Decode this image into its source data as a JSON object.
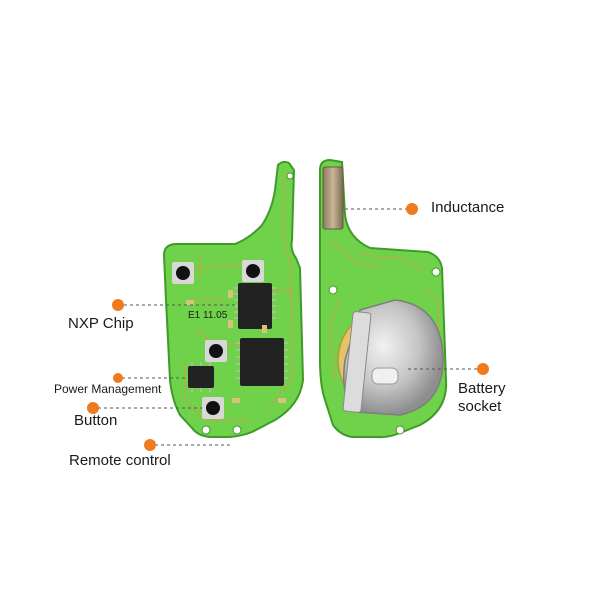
{
  "callouts": {
    "inductance": "Inductance",
    "nxp_chip": "NXP Chip",
    "power_management": "Power Management",
    "button": "Button",
    "remote_control": "Remote control",
    "battery_line1": "Battery",
    "battery_line2": "socket"
  },
  "pcb_markings": {
    "date_code": "E1 11.05"
  },
  "colors": {
    "pcb_green": "#6fd24a",
    "pcb_edge": "#3f9a2a",
    "callout_dot": "#f07a1e",
    "trace_copper": "#c9a24a",
    "battery_metal": "#c9c9c9"
  }
}
